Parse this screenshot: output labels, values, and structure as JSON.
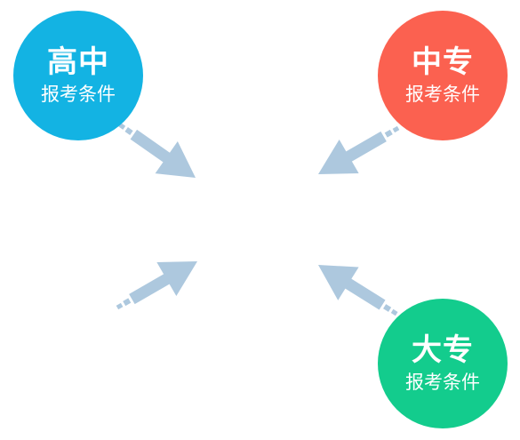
{
  "circles": {
    "gaozhong": {
      "title": "高中",
      "subtitle": "报考条件",
      "color": "#13b3e3"
    },
    "zhongzhuan": {
      "title": "中专",
      "subtitle": "报考条件",
      "color": "#fb6150"
    },
    "dazhuan": {
      "title": "大专",
      "subtitle": "报考条件",
      "color": "#13cc8d"
    }
  },
  "arrow_color": "#adc8de",
  "arrows": [
    "arrow-from-top-left",
    "arrow-from-top-right",
    "arrow-from-bottom-left",
    "arrow-from-bottom-right"
  ]
}
